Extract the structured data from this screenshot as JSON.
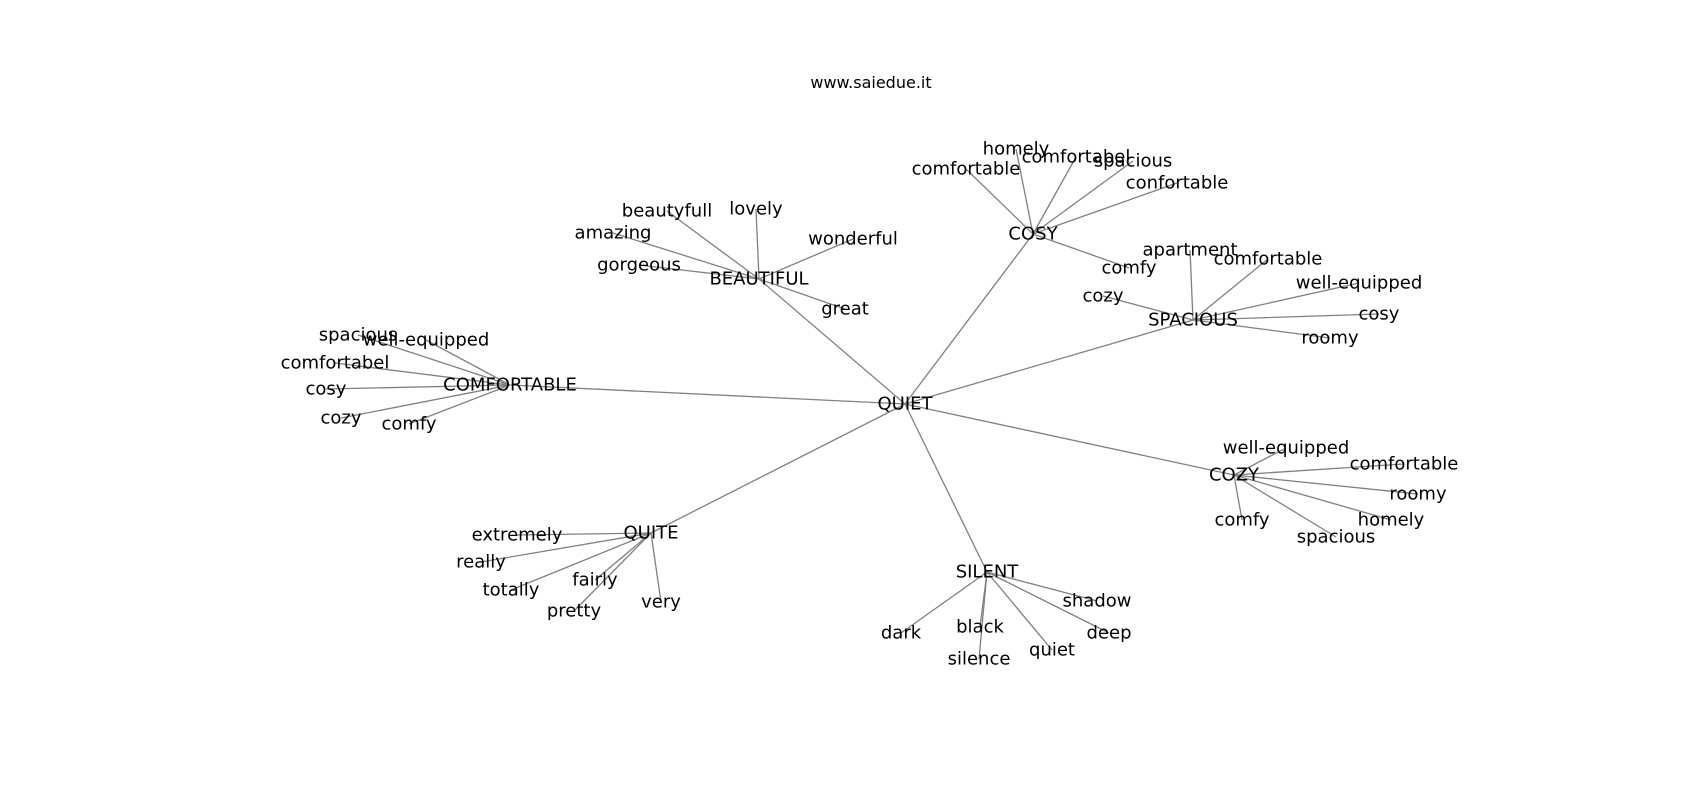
{
  "caption": "www.saiedue.it",
  "colors": {
    "edge": "#808080",
    "text": "#000000",
    "background": "#ffffff"
  },
  "graph": {
    "root": "QUIET",
    "branches": [
      {
        "id": "cosy",
        "label": "COSY",
        "leaves": [
          "homely",
          "comfortabel",
          "spacious",
          "comfortable",
          "confortable",
          "comfy"
        ]
      },
      {
        "id": "beautiful",
        "label": "BEAUTIFUL",
        "leaves": [
          "beautyfull",
          "lovely",
          "amazing",
          "wonderful",
          "gorgeous",
          "great"
        ]
      },
      {
        "id": "spacious",
        "label": "SPACIOUS",
        "leaves": [
          "apartment",
          "comfortable",
          "well-equipped",
          "cozy",
          "cosy",
          "roomy"
        ]
      },
      {
        "id": "comfortable",
        "label": "COMFORTABLE",
        "leaves": [
          "spacious",
          "well-equipped",
          "comfortabel",
          "cosy",
          "cozy",
          "comfy"
        ]
      },
      {
        "id": "cozy",
        "label": "COZY",
        "leaves": [
          "well-equipped",
          "comfortable",
          "roomy",
          "homely",
          "comfy",
          "spacious"
        ]
      },
      {
        "id": "quite",
        "label": "QUITE",
        "leaves": [
          "extremely",
          "really",
          "fairly",
          "totally",
          "pretty",
          "very"
        ]
      },
      {
        "id": "silent",
        "label": "SILENT",
        "leaves": [
          "shadow",
          "dark",
          "black",
          "deep",
          "quiet",
          "silence"
        ]
      }
    ]
  }
}
